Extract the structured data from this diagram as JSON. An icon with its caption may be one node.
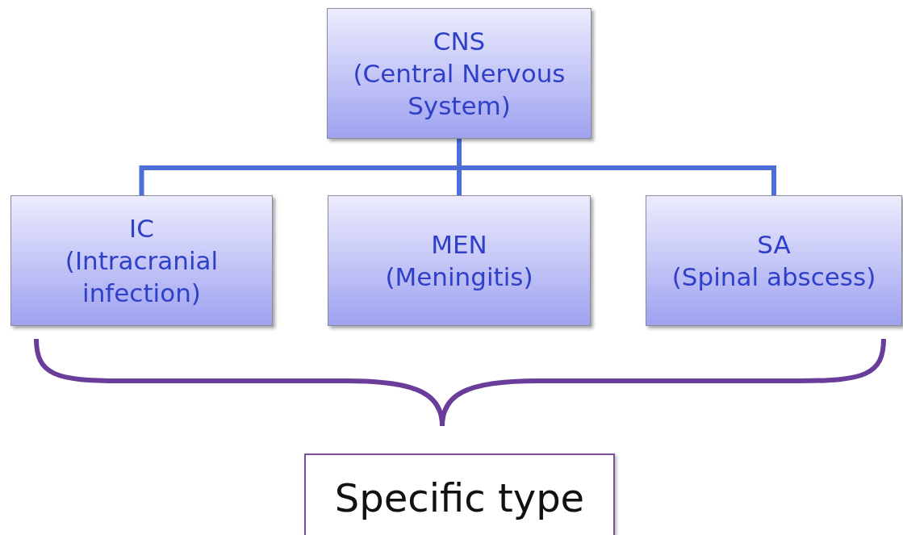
{
  "diagram": {
    "nodes": [
      {
        "text": [
          "CNS",
          "(Central Nervous System)"
        ]
      },
      {
        "text": [
          "IC",
          "(Intracranial infection)"
        ]
      },
      {
        "text": [
          "MEN",
          "(Meningitis)"
        ]
      },
      {
        "text": [
          "SA",
          "(Spinal abscess)"
        ]
      },
      {
        "text": [
          "Specific type"
        ]
      }
    ],
    "edges": [
      {
        "from": 0,
        "to": 1,
        "arrow": "none"
      },
      {
        "from": 0,
        "to": 2,
        "arrow": "none"
      },
      {
        "from": 0,
        "to": 3,
        "arrow": "none"
      }
    ]
  }
}
